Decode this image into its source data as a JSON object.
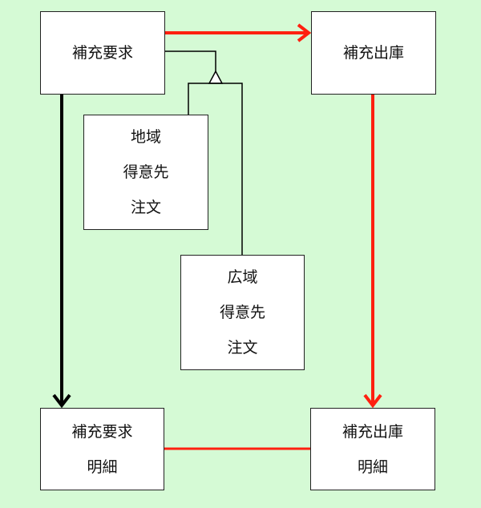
{
  "diagram": {
    "background": "#d5fad5",
    "entities": [
      {
        "id": "replenishment-request",
        "lines": [
          "補充要求"
        ]
      },
      {
        "id": "replenishment-issue",
        "lines": [
          "補充出庫"
        ]
      },
      {
        "id": "regional-customer-order",
        "lines": [
          "地域",
          "得意先",
          "注文"
        ]
      },
      {
        "id": "wide-area-customer-order",
        "lines": [
          "広域",
          "得意先",
          "注文"
        ]
      },
      {
        "id": "replenishment-request-detail",
        "lines": [
          "補充要求",
          "明細"
        ]
      },
      {
        "id": "replenishment-issue-detail",
        "lines": [
          "補充出庫",
          "明細"
        ]
      }
    ],
    "relations": [
      {
        "from": "replenishment-request",
        "to": "replenishment-issue",
        "type": "arrow",
        "color": "#ff2010"
      },
      {
        "from": "replenishment-issue",
        "to": "replenishment-issue-detail",
        "type": "arrow",
        "color": "#ff2010"
      },
      {
        "from": "replenishment-request",
        "to": "replenishment-request-detail",
        "type": "arrow",
        "color": "#000000"
      },
      {
        "from": "replenishment-request-detail",
        "to": "replenishment-issue-detail",
        "type": "line",
        "color": "#ff2010"
      },
      {
        "from": "regional-customer-order",
        "to": "replenishment-request",
        "type": "generalization",
        "color": "#000000"
      },
      {
        "from": "wide-area-customer-order",
        "to": "replenishment-request",
        "type": "generalization",
        "color": "#000000"
      }
    ]
  }
}
